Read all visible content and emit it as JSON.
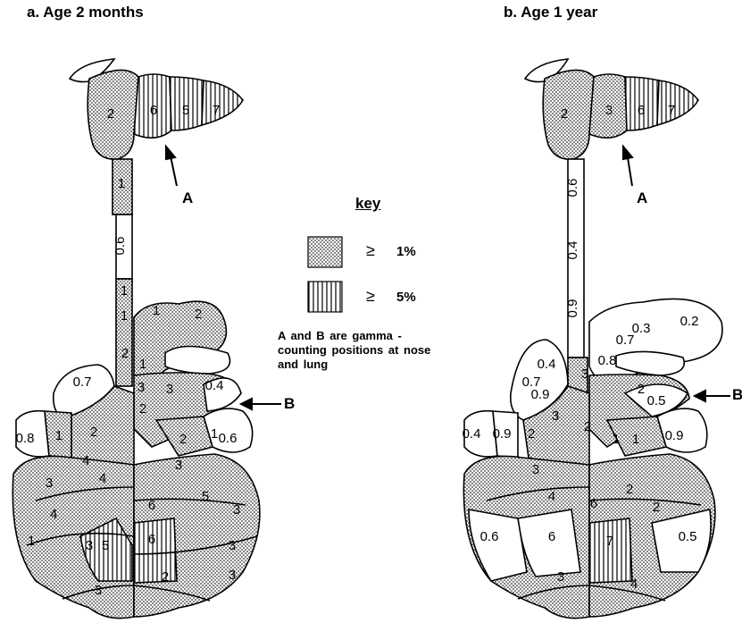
{
  "panel_a": {
    "title": "a. Age 2 months",
    "position_a": "A",
    "position_b": "B",
    "values": [
      "2",
      "6",
      "5",
      "7",
      "1",
      "0.6",
      "1",
      "1",
      "1",
      "2",
      "2",
      "1",
      "3",
      "0.7",
      "0.4",
      "0.8",
      "1",
      "2",
      "2",
      "3",
      "2",
      "1",
      "0.6",
      "4",
      "4",
      "3",
      "3",
      "4",
      "6",
      "5",
      "3",
      "3",
      "1",
      "3",
      "5",
      "6",
      "2",
      "3",
      "3"
    ]
  },
  "panel_b": {
    "title": "b. Age 1 year",
    "position_a": "A",
    "position_b": "B",
    "values": [
      "2",
      "3",
      "6",
      "7",
      "0.6",
      "0.4",
      "0.9",
      "0.3",
      "0.2",
      "0.7",
      "0.8",
      "0.4",
      "3",
      "0.7",
      "2",
      "0.9",
      "0.5",
      "0.4",
      "0.9",
      "2",
      "3",
      "2",
      "1",
      "1",
      "0.9",
      "3",
      "4",
      "6",
      "2",
      "2",
      "0.6",
      "6",
      "7",
      "0.5",
      "3",
      "4"
    ]
  },
  "key": {
    "title": "key",
    "stipple_label": "1%",
    "hatch_label": "5%",
    "ge_symbol": "≥",
    "note": "A and B are gamma - counting positions at nose and lung"
  }
}
